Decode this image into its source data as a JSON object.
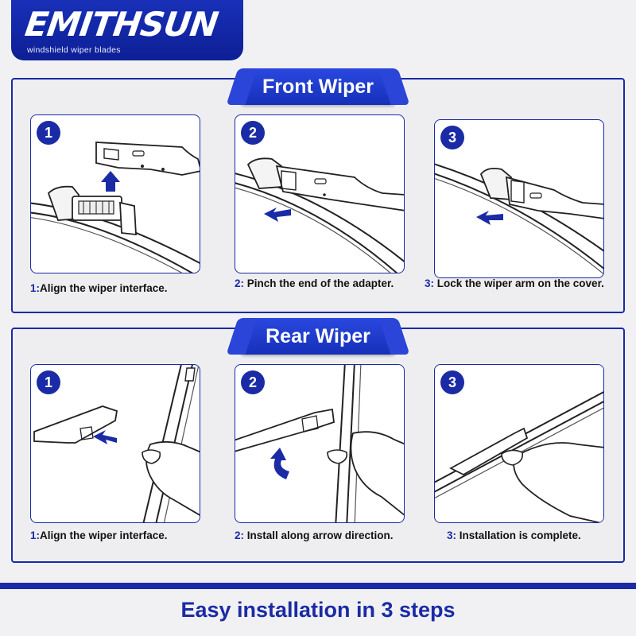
{
  "brand": {
    "name": "EMITHSUN",
    "tagline": "windshield wiper blades"
  },
  "sections": {
    "front": {
      "title": "Front Wiper",
      "steps": [
        {
          "num": "1",
          "label_num": "1:",
          "label_text": "Align the wiper interface."
        },
        {
          "num": "2",
          "label_num": "2:",
          "label_text": " Pinch the end of the adapter."
        },
        {
          "num": "3",
          "label_num": "3:",
          "label_text": " Lock the wiper arm on the cover."
        }
      ]
    },
    "rear": {
      "title": "Rear Wiper",
      "steps": [
        {
          "num": "1",
          "label_num": "1:",
          "label_text": "Align the wiper interface."
        },
        {
          "num": "2",
          "label_num": "2:",
          "label_text": " Install along arrow direction."
        },
        {
          "num": "3",
          "label_num": "3:",
          "label_text": " Installation is complete."
        }
      ]
    }
  },
  "footer": {
    "text": "Easy installation in 3 steps"
  },
  "colors": {
    "accent": "#1a2ba5",
    "background": "#f1f1f3"
  },
  "icons": {
    "arrow": "arrow-icon",
    "curved_arrow": "curved-arrow-icon"
  }
}
